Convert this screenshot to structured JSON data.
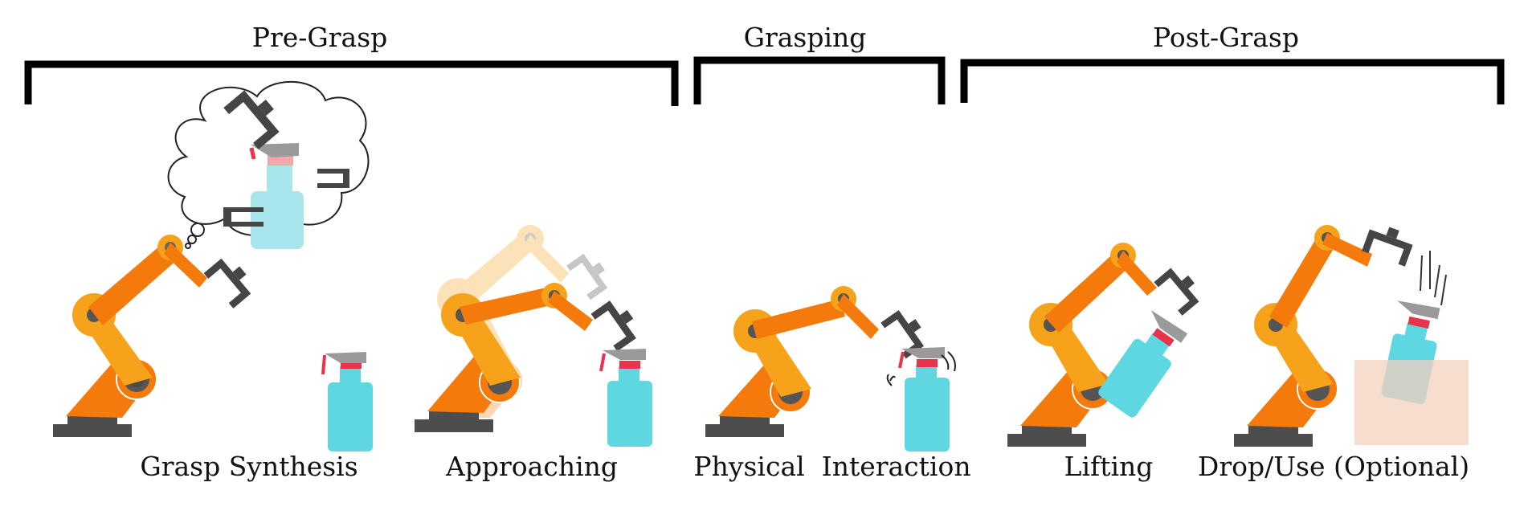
{
  "phases": [
    {
      "label": "Pre-Grasp"
    },
    {
      "label": "Grasping"
    },
    {
      "label": "Post-Grasp"
    }
  ],
  "stages": [
    {
      "label": "Grasp Synthesis"
    },
    {
      "label": "Approaching"
    },
    {
      "label": "Physical  Interaction"
    },
    {
      "label": "Lifting"
    },
    {
      "label": "Drop/Use (Optional)"
    }
  ],
  "colors": {
    "arm_light": "#f7a21b",
    "arm_dark": "#f47a0c",
    "base": "#4d4d4d",
    "gripper": "#454545",
    "bottle": "#5fd7e1",
    "bottle_cap": "#9a9a9a",
    "bottle_accent": "#e8334a",
    "drop_box": "#f4d2bd"
  }
}
